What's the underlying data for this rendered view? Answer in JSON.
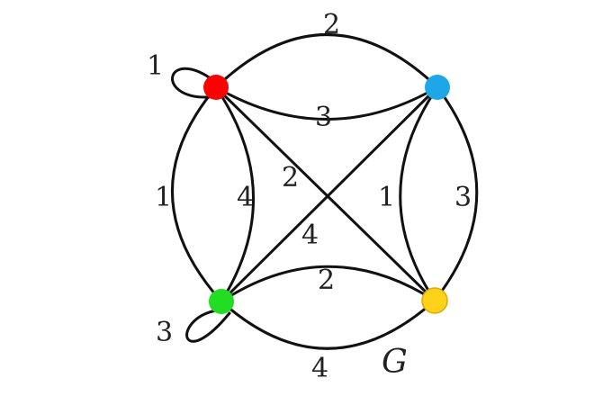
{
  "graph": {
    "name": "G",
    "vertices": [
      {
        "id": "red",
        "color": "#ff0000"
      },
      {
        "id": "blue",
        "color": "#1ea7e8"
      },
      {
        "id": "green",
        "color": "#22dd22"
      },
      {
        "id": "yellow",
        "color": "#ffd21a"
      }
    ],
    "edges": [
      {
        "id": "red-red-loop",
        "weight": "1"
      },
      {
        "id": "red-blue-outer",
        "weight": "2"
      },
      {
        "id": "red-blue-inner",
        "weight": "3"
      },
      {
        "id": "red-green-outer",
        "weight": "1"
      },
      {
        "id": "red-green-inner",
        "weight": "4"
      },
      {
        "id": "red-yellow-diagonal",
        "weight": "2"
      },
      {
        "id": "blue-green-diagonal",
        "weight": "4"
      },
      {
        "id": "blue-yellow-inner",
        "weight": "1"
      },
      {
        "id": "blue-yellow-outer",
        "weight": "3"
      },
      {
        "id": "green-yellow-inner",
        "weight": "2"
      },
      {
        "id": "green-yellow-outer",
        "weight": "4"
      },
      {
        "id": "green-green-loop",
        "weight": "3"
      }
    ]
  }
}
